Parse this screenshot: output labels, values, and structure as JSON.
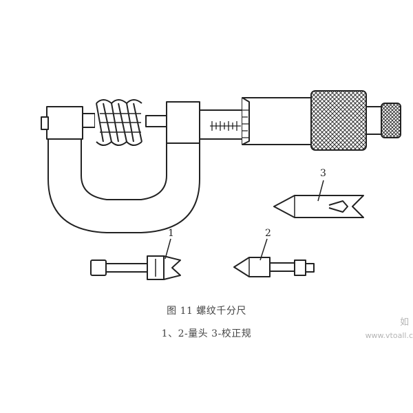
{
  "figure": {
    "caption_title": "图 11  螺纹千分尺",
    "caption_sub": "1、2-量头   3-校正规"
  },
  "part_labels": {
    "p1": "1",
    "p2": "2",
    "p3": "3"
  },
  "watermark": {
    "text1": "如",
    "text2": "www.vtoall.c"
  }
}
